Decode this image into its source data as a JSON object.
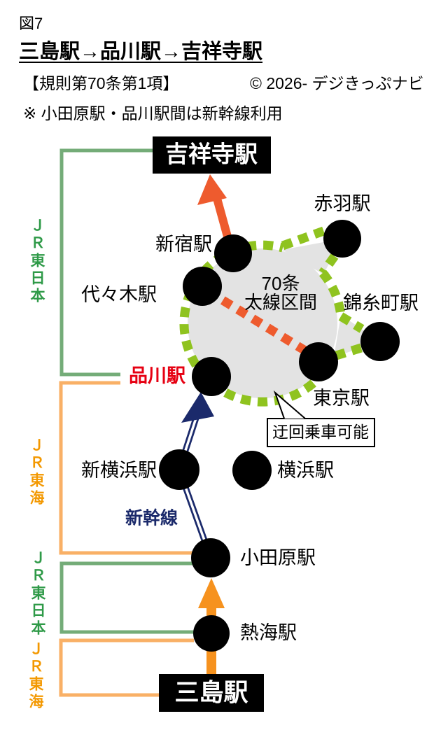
{
  "header": {
    "figure_label": "図7",
    "title": "三島駅→品川駅→吉祥寺駅",
    "rule_reference": "【規則第70条第1項】",
    "copyright": "© 2026- デジきっぷナビ",
    "note": "※ 小田原駅・品川駅間は新幹線利用"
  },
  "diagram": {
    "terminal_boxes": {
      "kichijoji": "吉祥寺駅",
      "mishima": "三島駅"
    },
    "stations": {
      "akabane": "赤羽駅",
      "shinjuku": "新宿駅",
      "yoyogi": "代々木駅",
      "kinshicho": "錦糸町駅",
      "tokyo": "東京駅",
      "shinagawa": "品川駅",
      "shin_yokohama": "新横浜駅",
      "yokohama": "横浜駅",
      "odawara": "小田原駅",
      "atami": "熱海駅"
    },
    "zone_label": {
      "line1": "70条",
      "line2": "太線区間"
    },
    "callout_label": "迂回乗車可能",
    "shinkansen_label": "新幹線",
    "operator_labels": {
      "jr_east_upper": "ＪＲ東日本",
      "jr_central_upper": "ＪＲ東海",
      "jr_east_lower": "ＪＲ東日本",
      "jr_central_lower": "ＪＲ東海"
    },
    "colors": {
      "jr_east_green": "#2F9A48",
      "jr_central_orange": "#F39800",
      "bracket_green": "#74AC78",
      "bracket_orange": "#F9B066",
      "route_arrow_orange": "#F6921E",
      "detour_vermilion": "#EE5B2E",
      "zone_dash_green": "#8FC31F",
      "shinkansen_navy": "#1B2A6B",
      "shinagawa_red": "#E60012",
      "zone_fill_gray": "#E3E3E3"
    }
  }
}
